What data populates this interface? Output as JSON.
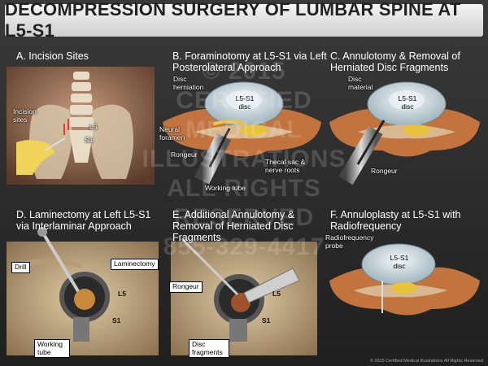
{
  "title": "DECOMPRESSION SURGERY OF LUMBAR SPINE AT L5-S1",
  "panels": {
    "a": {
      "title": "A. Incision Sites",
      "labels": {
        "incision_sites": "Incision sites",
        "l5": "L5",
        "s1": "S1"
      }
    },
    "b": {
      "title": "B. Foraminotomy at L5-S1 via Left Posterolateral Approach",
      "labels": {
        "disc_herniation": "Disc herniation",
        "disc": "L5-S1 disc",
        "neural_foramen": "Neural foramen",
        "rongeur": "Rongeur",
        "thecal_sac": "Thecal sac & nerve roots",
        "working_tube": "Working tube"
      }
    },
    "c": {
      "title": "C. Annulotomy & Removal of Herniated Disc Fragments",
      "labels": {
        "disc_material": "Disc material",
        "disc": "L5-S1 disc",
        "rongeur": "Rongeur"
      }
    },
    "d": {
      "title": "D. Laminectomy at Left L5-S1 via Interlaminar Approach",
      "labels": {
        "drill": "Drill",
        "laminectomy": "Laminectomy",
        "l5": "L5",
        "s1": "S1",
        "working_tube": "Working tube"
      }
    },
    "e": {
      "title": "E. Additional Annulotomy & Removal of Herniated Disc Fragments",
      "labels": {
        "rongeur": "Rongeur",
        "l5": "L5",
        "s1": "S1",
        "disc_fragments": "Disc fragments"
      }
    },
    "f": {
      "title": "F. Annuloplasty at L5-S1 with Radiofrequency",
      "labels": {
        "rf_probe": "Radiofrequency probe",
        "disc": "L5-S1 disc"
      }
    }
  },
  "watermark": [
    "© 2015",
    "CERTIFIED",
    "MEDICAL",
    "ILLUSTRATIONS",
    "ALL RIGHTS",
    "RESERVED",
    "855-329-4417"
  ],
  "footer": "© 2015 Certified Medical Illustrations All Rights Reserved",
  "colors": {
    "title_bg": "#e6e6e6",
    "panel_bg": "#2a2a2a",
    "disc": "#d6e4ea",
    "bone": "#d8b891",
    "nerve": "#e8c23a",
    "tissue": "#c2733e"
  }
}
